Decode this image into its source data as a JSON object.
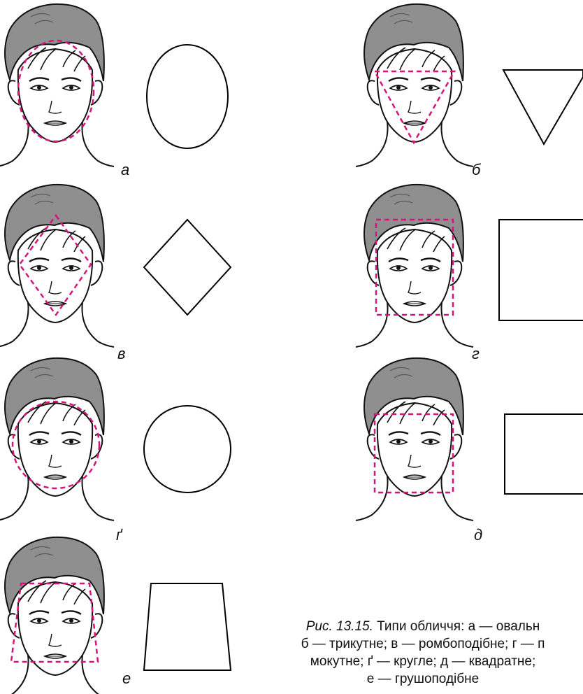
{
  "colors": {
    "hair": "#8f8f8f",
    "outline": "#111111",
    "guide": "#d6157a",
    "shape": "#000000"
  },
  "figure": {
    "caption_prefix": "Рис. 13.15.",
    "caption_line1": "Типи обличчя: а — овальн",
    "caption_line2": "б — трикутне; в — ромбоподібне; г — п",
    "caption_line3": "мокутне; ґ — кругле; д — квадратне;",
    "caption_line4": "е — грушоподібне"
  },
  "panels": [
    {
      "id": "a",
      "label": "а",
      "shape": "oval"
    },
    {
      "id": "b",
      "label": "б",
      "shape": "triangle"
    },
    {
      "id": "v",
      "label": "в",
      "shape": "diamond"
    },
    {
      "id": "h",
      "label": "г",
      "shape": "rectangle"
    },
    {
      "id": "g",
      "label": "ґ",
      "shape": "circle"
    },
    {
      "id": "d",
      "label": "д",
      "shape": "square"
    },
    {
      "id": "e",
      "label": "е",
      "shape": "trapezoid"
    }
  ]
}
